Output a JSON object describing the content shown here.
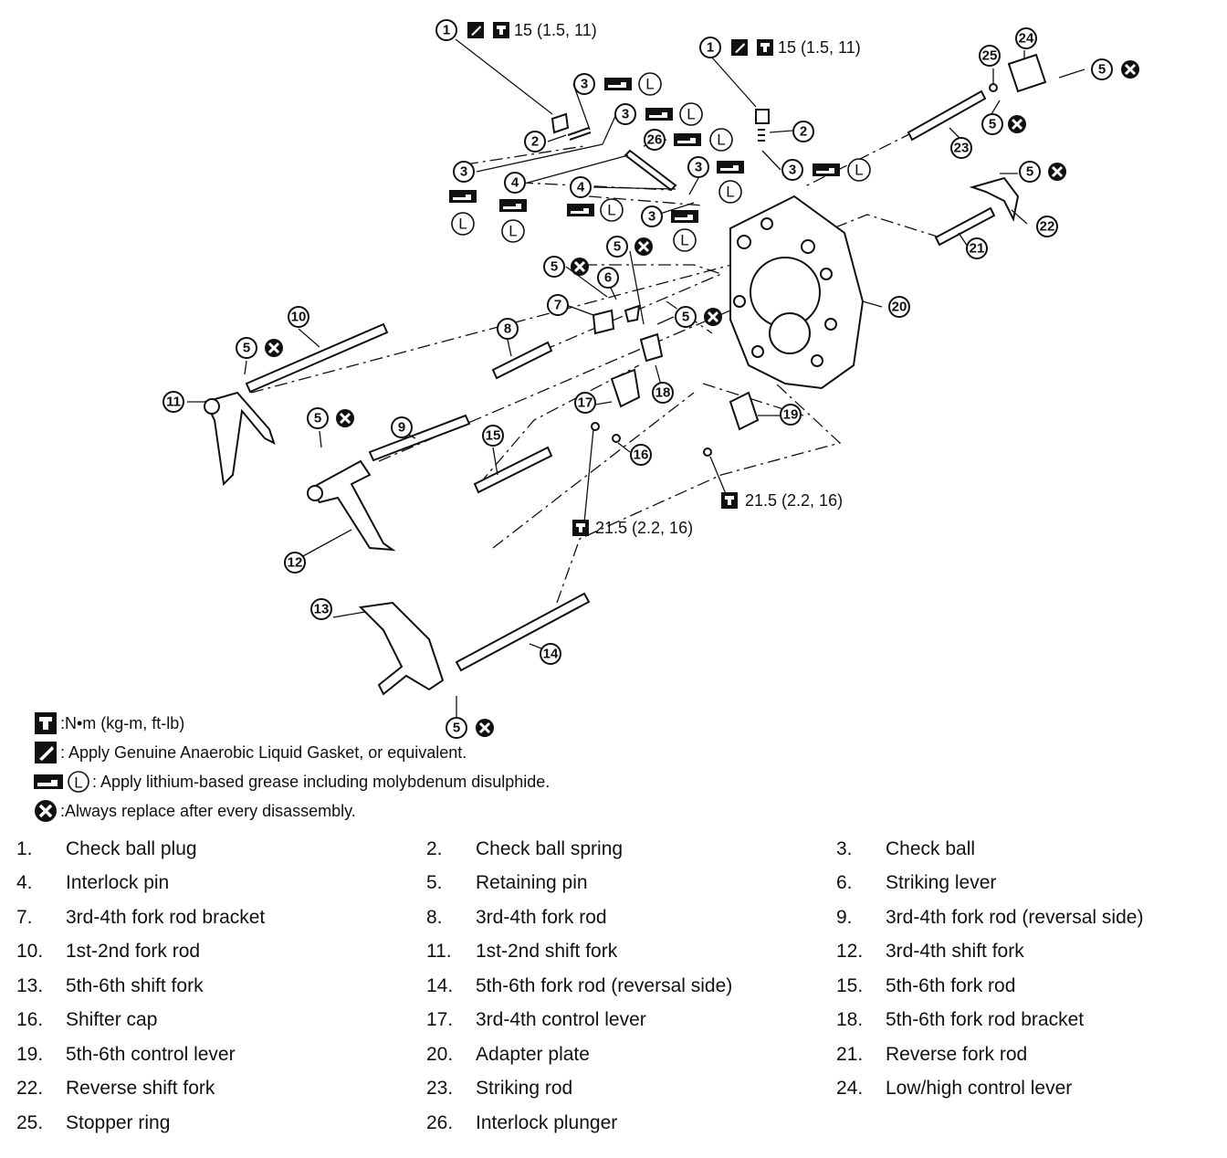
{
  "callouts": {
    "torque_check_plug_left": "15 (1.5, 11)",
    "torque_check_plug_right": "15 (1.5, 11)",
    "torque_lever_17": "21.5 (2.2, 16)",
    "torque_lever_19": "21.5 (2.2, 16)"
  },
  "grease_letter": "L",
  "legend": {
    "torque": ":N•m (kg-m, ft-lb)",
    "gasket": ": Apply Genuine Anaerobic Liquid Gasket, or equivalent.",
    "grease": ": Apply lithium-based grease including molybdenum disulphide.",
    "replace": ":Always replace after every disassembly."
  },
  "parts": [
    {
      "num": "1.",
      "name": "Check ball plug"
    },
    {
      "num": "2.",
      "name": "Check ball spring"
    },
    {
      "num": "3.",
      "name": "Check ball"
    },
    {
      "num": "4.",
      "name": "Interlock pin"
    },
    {
      "num": "5.",
      "name": "Retaining pin"
    },
    {
      "num": "6.",
      "name": "Striking lever"
    },
    {
      "num": "7.",
      "name": "3rd-4th fork rod bracket"
    },
    {
      "num": "8.",
      "name": "3rd-4th fork rod"
    },
    {
      "num": "9.",
      "name": "3rd-4th fork rod (reversal side)"
    },
    {
      "num": "10.",
      "name": "1st-2nd fork rod"
    },
    {
      "num": "11.",
      "name": "1st-2nd shift fork"
    },
    {
      "num": "12.",
      "name": "3rd-4th shift fork"
    },
    {
      "num": "13.",
      "name": "5th-6th shift fork"
    },
    {
      "num": "14.",
      "name": "5th-6th fork rod (reversal side)"
    },
    {
      "num": "15.",
      "name": "5th-6th fork rod"
    },
    {
      "num": "16.",
      "name": "Shifter cap"
    },
    {
      "num": "17.",
      "name": "3rd-4th control lever"
    },
    {
      "num": "18.",
      "name": "5th-6th fork rod bracket"
    },
    {
      "num": "19.",
      "name": "5th-6th control lever"
    },
    {
      "num": "20.",
      "name": "Adapter plate"
    },
    {
      "num": "21.",
      "name": "Reverse fork rod"
    },
    {
      "num": "22.",
      "name": "Reverse shift fork"
    },
    {
      "num": "23.",
      "name": "Striking rod"
    },
    {
      "num": "24.",
      "name": "Low/high control lever"
    },
    {
      "num": "25.",
      "name": "Stopper ring"
    },
    {
      "num": "26.",
      "name": "Interlock plunger"
    }
  ]
}
